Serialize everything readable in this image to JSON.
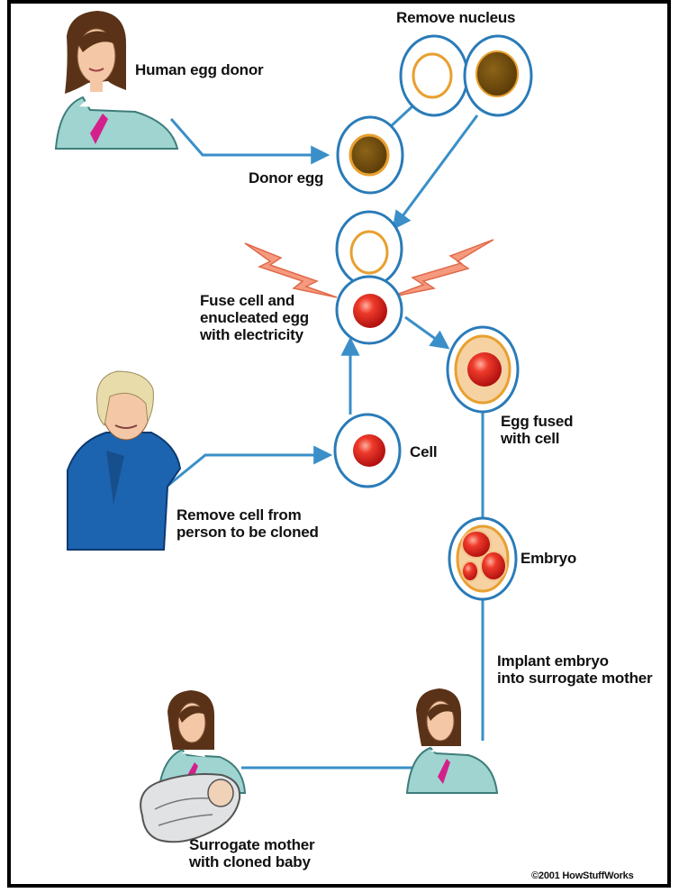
{
  "labels": {
    "human_egg_donor": "Human egg donor",
    "remove_nucleus": "Remove nucleus",
    "donor_egg": "Donor egg",
    "fuse": [
      "Fuse cell and",
      "enucleated egg",
      "with electricity"
    ],
    "egg_fused": [
      "Egg fused",
      "with cell"
    ],
    "cell": "Cell",
    "remove_cell": [
      "Remove cell from",
      "person to be cloned"
    ],
    "embryo": "Embryo",
    "implant": [
      "Implant embryo",
      "into surrogate mother"
    ],
    "surrogate": [
      "Surrogate mother",
      "with cloned baby"
    ],
    "copyright": "©2001 HowStuffWorks"
  },
  "colors": {
    "flow_line": "#3a8fc8",
    "cell_ring": "#2a7bb8",
    "nucleus_dark": "#7a5214",
    "nucleus_ring": "#e8a030",
    "red_cell": "#e0281e",
    "lightning": "#f08a6a",
    "shirt_blue": "#1c64b0"
  },
  "icons": {
    "egg_donor": "woman-portrait-icon",
    "cloned_person": "man-portrait-icon",
    "surrogate": "woman-portrait-icon",
    "mother_with_baby": "woman-with-baby-icon",
    "spark": "lightning-icon"
  }
}
